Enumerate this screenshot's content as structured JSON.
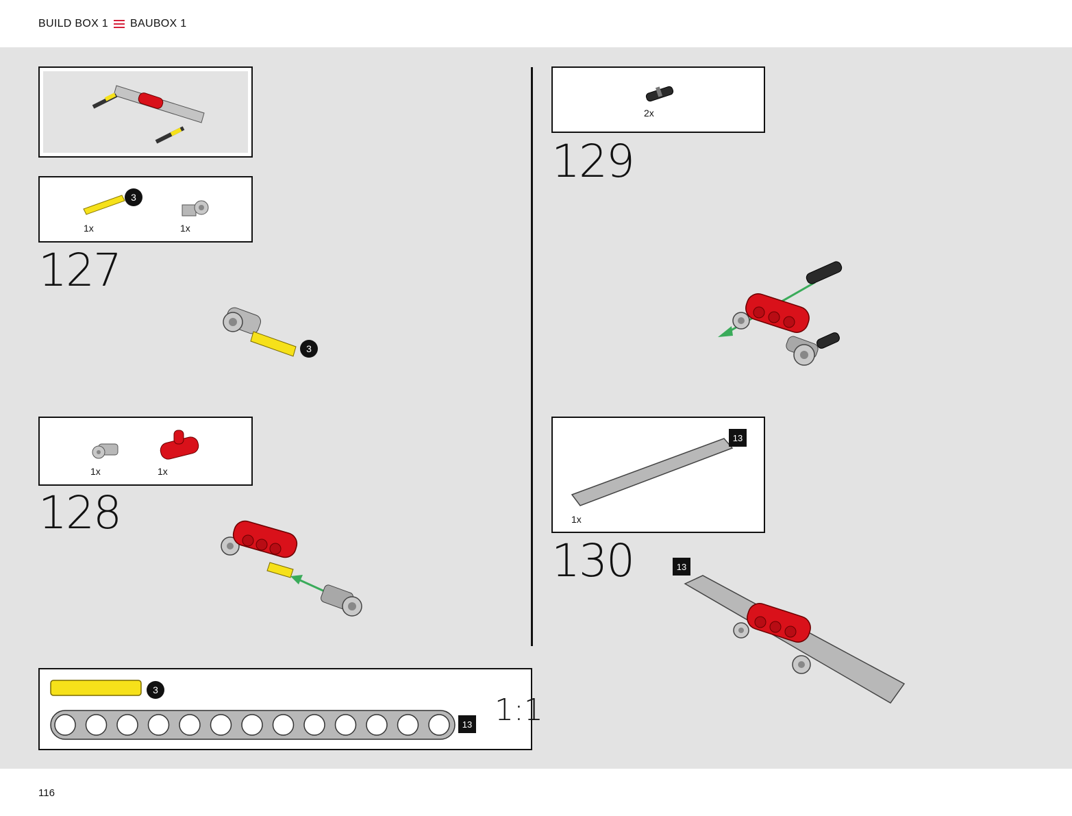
{
  "header": {
    "left_label": "BUILD BOX 1",
    "right_label": "BAUBOX 1",
    "accent_color": "#d6203a"
  },
  "footer": {
    "page_number": "116"
  },
  "steps": [
    {
      "number": "127",
      "parts": [
        {
          "qty": "1x",
          "badge": "3"
        },
        {
          "qty": "1x"
        }
      ],
      "badge": "3"
    },
    {
      "number": "128",
      "parts": [
        {
          "qty": "1x"
        },
        {
          "qty": "1x"
        }
      ]
    },
    {
      "number": "129",
      "parts": [
        {
          "qty": "2x"
        }
      ]
    },
    {
      "number": "130",
      "parts": [
        {
          "qty": "1x",
          "badge": "13"
        }
      ],
      "badge": "13"
    }
  ],
  "scale_box": {
    "axle_badge": "3",
    "beam_badge": "13",
    "label": "1:1"
  },
  "colors": {
    "red": "#d9111a",
    "yellow": "#f6e11a",
    "gray": "#b8b8b8",
    "green_arrow": "#3aab5a",
    "background": "#e3e3e3"
  }
}
